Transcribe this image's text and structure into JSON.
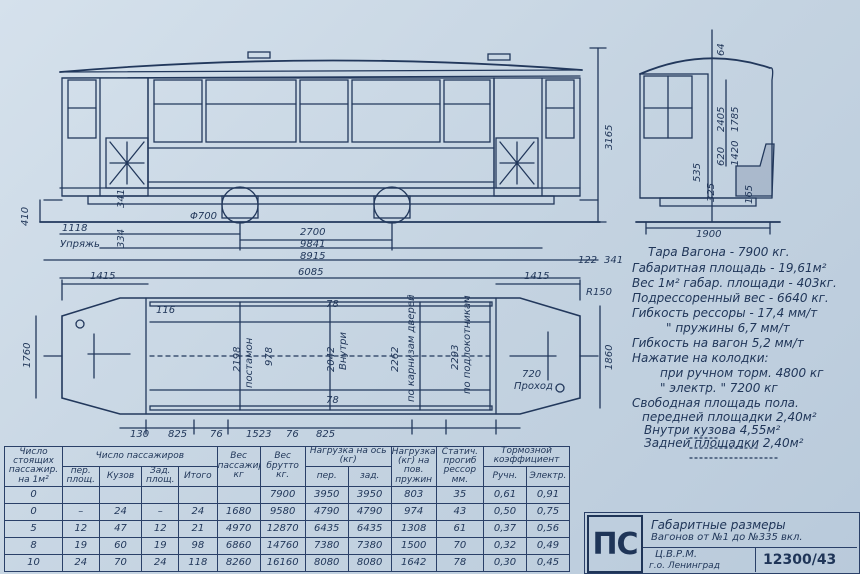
{
  "dims": {
    "h_height": "3165",
    "h_w1": "410",
    "h_w2": "341",
    "h_wheel": "Φ700",
    "h_c1": "1118",
    "h_c1b": "Упряжь",
    "h_c2": "334",
    "h_base": "2700",
    "h_len1": "9841",
    "h_len2": "8915",
    "h_len3": "6085",
    "h_end1": "1415",
    "h_end2": "1415",
    "h_s122": "122",
    "h_s341": "341",
    "e_width": "1900",
    "e_64": "64",
    "e_2405": "2405",
    "e_1785": "1785",
    "e_620": "620",
    "e_1420": "1420",
    "e_535": "535",
    "e_325": "325",
    "e_165": "165",
    "p_1760": "1760",
    "p_1860": "1860",
    "p_116": "116",
    "p_r150": "R150",
    "p_2198": "2198",
    "p_postamon": "постамон",
    "p_978": "978",
    "p_2042": "2042",
    "p_vnutri": "Внутри",
    "p_78a": "78",
    "p_78b": "78",
    "p_2262": "2262",
    "p_karniz": "по карнизам дверей",
    "p_2293": "2293",
    "p_podlok": "по подлокотникам",
    "p_720": "720",
    "p_prokhod": "Проход",
    "b_130": "130",
    "b_825a": "825",
    "b_76a": "76",
    "b_1523": "1523",
    "b_76b": "76",
    "b_825b": "825"
  },
  "specs": [
    "Тара Вагона - 7900 кг.",
    "Габаритная площадь - 19,61м²",
    "Вес 1м² габар. площади - 403кг.",
    "Подрессоренный вес - 6640 кг.",
    "Гибкость рессоры - 17,4 мм/т",
    "\" пружины 6,7 мм/т",
    "Гибкость на вагон 5,2 мм/т",
    "Нажатие на колодки:",
    "при ручном торм. 4800 кг",
    "\" электр. \" 7200 кг",
    "Свободная площадь пола.",
    "передней площадки 2,40м²",
    "Внутри кузова 4,55м²",
    "Задней площадки 2,40м²"
  ],
  "table": {
    "h_standing": "Число стоящих пассажир. на 1м²",
    "h_passengers": "Число пассажиров",
    "h_sub_front": "пер. площ.",
    "h_sub_body": "Кузов",
    "h_sub_rear": "Зад. площ.",
    "h_sub_total": "Итого",
    "h_paxweight": "Вес пассажир. кг",
    "h_gross": "Вес брутто кг.",
    "h_axle": "Нагрузка на ось (кг)",
    "h_axle_front": "пер.",
    "h_axle_rear": "зад.",
    "h_spring": "Нагрузка (кг) на пов. пружин",
    "h_static": "Статич. прогиб рессор мм.",
    "h_brake": "Тормозной коэффициент",
    "h_brake_hand": "Ручн.",
    "h_brake_elec": "Электр.",
    "rows": [
      [
        "0",
        "",
        "",
        "",
        "",
        "",
        "7900",
        "3950",
        "3950",
        "803",
        "35",
        "0,61",
        "0,91"
      ],
      [
        "0",
        "–",
        "24",
        "–",
        "24",
        "1680",
        "9580",
        "4790",
        "4790",
        "974",
        "43",
        "0,50",
        "0,75"
      ],
      [
        "5",
        "12",
        "47",
        "12",
        "21",
        "4970",
        "12870",
        "6435",
        "6435",
        "1308",
        "61",
        "0,37",
        "0,56"
      ],
      [
        "8",
        "19",
        "60",
        "19",
        "98",
        "6860",
        "14760",
        "7380",
        "7380",
        "1500",
        "70",
        "0,32",
        "0,49"
      ],
      [
        "10",
        "24",
        "70",
        "24",
        "118",
        "8260",
        "16160",
        "8080",
        "8080",
        "1642",
        "78",
        "0,30",
        "0,45"
      ]
    ]
  },
  "title_block": {
    "logo": "ПС",
    "line1": "Габаритные размеры",
    "line2": "Вагонов от №1 до №335 вкл.",
    "line3": "Ц.В.Р.М.",
    "line4": "г.о. Ленинград",
    "drawing_no": "12300/43"
  }
}
